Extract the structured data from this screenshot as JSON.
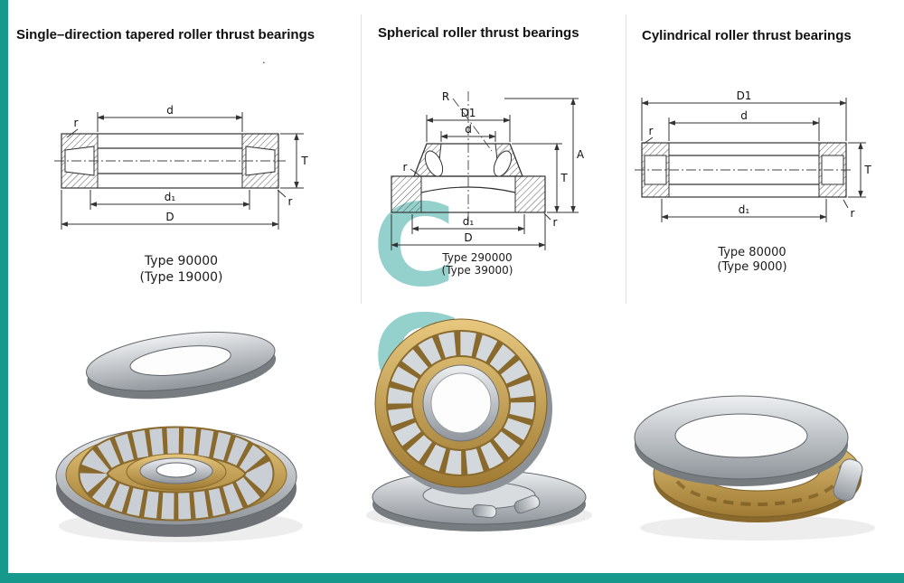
{
  "accent": {
    "color": "#16988C"
  },
  "watermark": {
    "text": "CG"
  },
  "stray_dot": ".",
  "columns": [
    {
      "title": "Single–direction tapered roller thrust bearings",
      "type_lines": [
        "Type 90000",
        "(Type 19000)"
      ],
      "dims": {
        "d": "d",
        "r_top": "r",
        "T": "T",
        "d1": "d₁",
        "D": "D",
        "r_bottom": "r"
      }
    },
    {
      "title": "Spherical roller thrust bearings",
      "type_lines": [
        "Type 290000",
        "(Type 39000)"
      ],
      "dims": {
        "R": "R",
        "D1": "D1",
        "d": "d",
        "r_left": "r",
        "A": "A",
        "T": "T",
        "d1": "d₁",
        "D": "D",
        "r_bottom": "r"
      }
    },
    {
      "title": "Cylindrical roller thrust bearings",
      "type_lines": [
        "Type 80000",
        "(Type 9000)"
      ],
      "dims": {
        "D1": "D1",
        "d": "d",
        "r_left": "r",
        "T": "T",
        "d1": "d₁",
        "r_bottom": "r"
      }
    }
  ]
}
